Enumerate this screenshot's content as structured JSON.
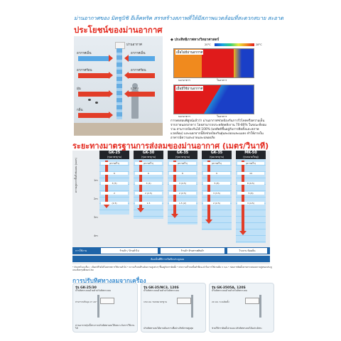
{
  "intro": "ม่านอากาศของ มิตซูบิชิ อีเล็คทริค สรรสร้างสภาพที่ให้มีสภาพแวดล้อมที่สะดวกสบาย สะอาด",
  "section1": {
    "title": "ประโยชน์ของม่านอากาศ",
    "unit_label": "ม่านอากาศ",
    "arrows": [
      "อากาศเย็น",
      "อากาศเย็น",
      "อากาศร้อน",
      "ฝุ่น",
      "แมลง",
      "กลิ่น"
    ]
  },
  "science": {
    "title": "ประสิทธิภาพทางวิทยาศาสตร์",
    "scale_lo": "20°C",
    "scale_hi": "28°C",
    "no_curtain": "เมื่อไม่มีม่านอากาศ",
    "with_curtain": "เมื่อมีใช้ม่านอากาศ",
    "outside": "นอกอาคาร",
    "inside": "ในอาคาร",
    "description": "การทดสอบพิสูจน์แล้วว่า ม่านอากาศช่วยป้องกันการรั่วไหลหรือความเย็น จากภายนอกอาคาร โดยสามารถประหยัดพลังงาน 70-80% ในขณะที่ยอมรวม สามารถป้องกันได้ 100% (ผลลัพธ์ขึ้นอยู่กับการติดตั้งและสภาพแวดล้อม) และนอกจากนี้ยังช่วยป้องกันฝุ่นละอองและแมลง ทำให้ภายในอาคารมีความสะอาดและปลอดภัย"
  },
  "section2": {
    "title": "ระยะทางมาตรฐานการส่งลมของม่านอากาศ (เมตร/วินาที)",
    "y_label": "ความสูงจากพื้นถึงช่องลม (เมตร)",
    "row_labels": [
      "1m",
      "2m",
      "3m",
      "4m"
    ],
    "models": [
      {
        "model": "GK-25",
        "sub": "(รุ่นมาตรฐาน)",
        "cells": [
          "(ความเร็ว)",
          "6",
          "3 (5)",
          "2",
          "(1.5)"
        ]
      },
      {
        "model": "GK-30",
        "sub": "(รุ่นมาตรฐาน)",
        "cells": [
          "(ความเร็ว)",
          "6",
          "3 (4)",
          "2 (2.5)",
          "1.5"
        ]
      },
      {
        "model": "GK-35",
        "sub": "(รุ่นมาตรฐาน)",
        "cells": [
          "(ความเร็ว)",
          "6",
          "3 (4.5)",
          "2 (2.5)",
          "1.5 (2)"
        ]
      },
      {
        "model": "GK-35",
        "sub": "(รุ่นมาตรฐาน)",
        "cells": [
          "(ความเร็ว)",
          "9",
          "5 (8)",
          "3 (3.5)",
          "2 (2.5)"
        ]
      },
      {
        "model": "MK-50",
        "sub": "(รุ่นขนาดใหญ่)",
        "cells": [
          "(ความเร็ว)",
          "14",
          "8 (9.5)",
          "5 (6)",
          "3 (4.5)"
        ]
      }
    ],
    "footer_label": "การใช้งาน",
    "footer_segments": [
      "ร้านค้า / บ้านทั่วไป",
      "ร้านค้า ห้างสรรพสินค้า",
      "โรงงาน ห้องเย็น"
    ],
    "footer2": "ห้องเย็นที่มีการเปิดปิดประตูบ่อย"
  },
  "notes": "* ตัวเลขในวงเล็บ ( ) คือค่าที่วัดได้ในสภาพการใช้งานทั่วไป * ความเร็วลมที่ระดับความสูงต่างๆ ขึ้นอยู่กับการติดตั้ง * ค่าความเร็วลมขั้นต่ำที่แนะนำในการใช้งานคือ 3 m/s * ก่อนการติดตั้งควรตรวจสอบความสูงของประตูและเลือกรุ่นที่เหมาะสม",
  "section3": {
    "title": "การปรับทิศทางลมจากเครื่อง",
    "boxes": [
      {
        "title": "รุ่น GK-25/30",
        "sub": "ปรับทิศทางลมด้วยตัวปรับทิศทางลม",
        "note": "สามารถปรับมุม 0°-20°",
        "caption": "ม่านอากาศรุ่นนี้สามารถปรับทิศทางลมให้เหมาะกับการใช้งานได้"
      },
      {
        "title": "รุ่น GK-35/NC3, 120S",
        "sub": "ปรับทิศทางลมด้วยตัวปรับทิศทางลม",
        "note": "150 มม. ขนาดมาตรฐาน",
        "caption": "ปรับทิศทางลมได้ตามต้องการเพื่อประสิทธิภาพสูงสุด"
      },
      {
        "title": "รุ่น GK-3505A, 120S",
        "sub": "ปรับทิศทางลมด้วยตัวปรับทิศทางลม",
        "note": "20 มม. ระยะติดตั้ง",
        "caption": "ช่วยให้การติดตั้งง่ายและปรับทิศทางลมได้อย่างอิสระ"
      }
    ]
  }
}
